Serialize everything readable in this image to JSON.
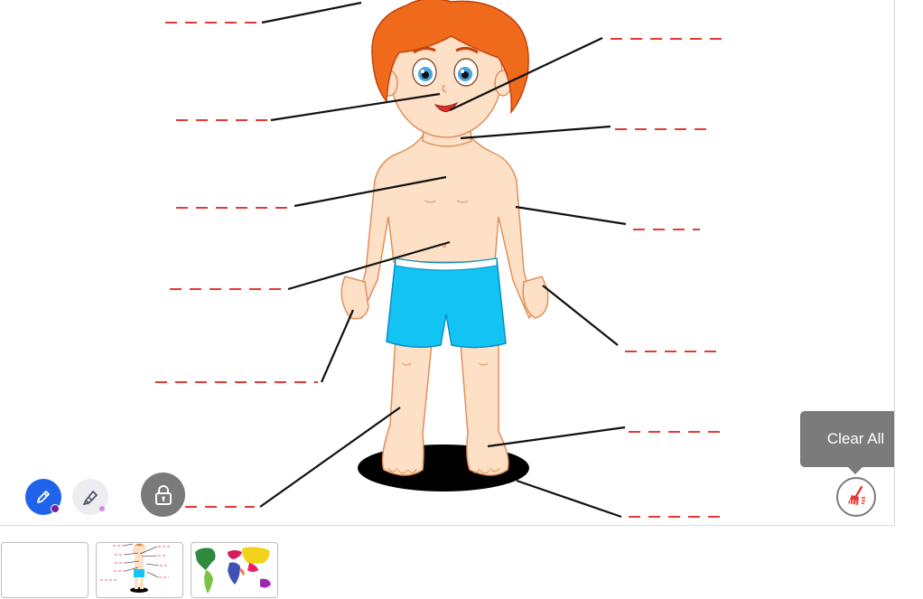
{
  "toolbar": {
    "clear_all_tooltip": "Clear All"
  },
  "slides": [
    {
      "name": "blank-slide"
    },
    {
      "name": "body-parts-slide"
    },
    {
      "name": "world-map-slide"
    }
  ],
  "colors": {
    "pen_active": "#1e63e9",
    "pen_color_dot": "#7b1fa2",
    "highlighter_dot": "#ce93d8",
    "label_blank": "#e53935",
    "clear_icon": "#e53935"
  },
  "icons": {
    "pen": "pen-icon",
    "highlighter": "highlighter-icon",
    "lock": "lock-icon",
    "clear": "broom-icon"
  }
}
